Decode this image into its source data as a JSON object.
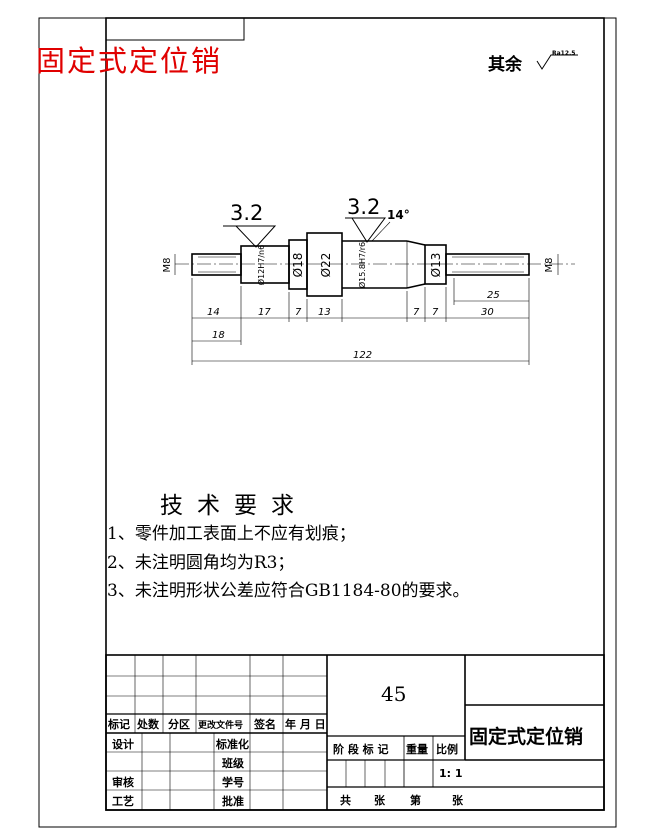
{
  "sheet": {
    "part_name": "固定式定位销",
    "roughness_prefix": "其余",
    "roughness_value": "Ra12.5"
  },
  "dimensions": {
    "rough_left": "3.2",
    "rough_right": "3.2",
    "angle": "14°",
    "d_m8_left": "M8",
    "d_m8_right": "M8",
    "d_12": "Ø12H7/n6",
    "d_18": "Ø18",
    "d_22": "Ø22",
    "d_15": "Ø15.8H7/r6",
    "d_13": "Ø13",
    "l_14": "14",
    "l_17": "17",
    "l_7a": "7",
    "l_13": "13",
    "l_18": "18",
    "l_7b": "7",
    "l_7c": "7",
    "l_30": "30",
    "l_25": "25",
    "l_122": "122"
  },
  "notes": {
    "title": "技术要求",
    "items": [
      "1、零件加工表面上不应有划痕；",
      "2、未注明圆角均为R3；",
      "3、未注明形状公差应符合GB1184-80的要求。"
    ]
  },
  "title_block": {
    "quantity": "45",
    "part_name": "固定式定位销",
    "scale": "1: 1",
    "labels": {
      "mark": "标记",
      "count": "处数",
      "zone": "分区",
      "change_doc": "更改文件号",
      "signature": "签名",
      "date": "年 月 日",
      "design": "设计",
      "standardize": "标准化",
      "class": "班级",
      "review": "审核",
      "student_id": "学号",
      "process": "工艺",
      "approve": "批准",
      "stage_mark": "阶 段 标 记",
      "weight": "重量",
      "ratio": "比例",
      "total": "共",
      "sheet": "张",
      "no": "第",
      "sheet2": "张"
    }
  }
}
